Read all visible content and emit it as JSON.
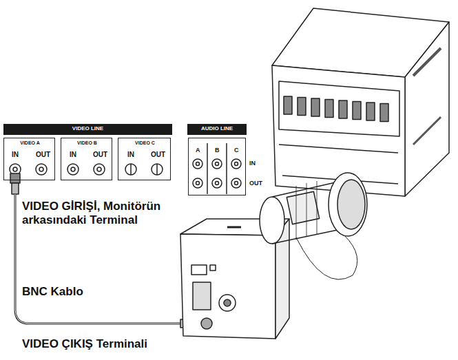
{
  "diagram": {
    "nodes": [
      {
        "text": [
          "VIDEO LINE"
        ]
      },
      {
        "text": [
          "VIDEO A",
          "IN",
          "OUT"
        ]
      },
      {
        "text": [
          "VIDEO B",
          "IN",
          "OUT"
        ]
      },
      {
        "text": [
          "VIDEO C",
          "IN",
          "OUT"
        ]
      },
      {
        "text": [
          "AUDIO LINE"
        ]
      },
      {
        "text": [
          "A",
          "B",
          "C"
        ]
      }
    ],
    "labels": [
      "IN",
      "OUT",
      "VIDEO GİRİŞİ, Monitörün arkasındaki Terminal",
      "BNC Kablo",
      "VIDEO ÇIKIŞ Terminali"
    ]
  }
}
